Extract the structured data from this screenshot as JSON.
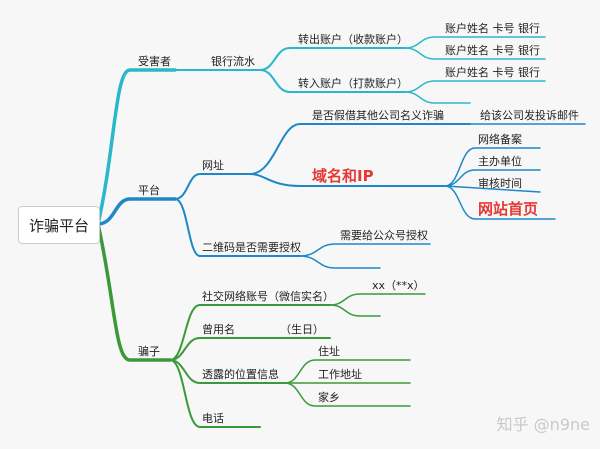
{
  "root": "诈骗平台",
  "colors": {
    "victim": "#2ab7ca",
    "platform": "#1e88c7",
    "scammer": "#3a9a3a",
    "highlight": "#e53935"
  },
  "victim": {
    "label": "受害者",
    "bank_flow": "银行流水",
    "transfer_out": "转出账户（收款账户）",
    "transfer_in": "转入账户（打款账户）",
    "account_info": "账户姓名  卡号  银行"
  },
  "platform": {
    "label": "平台",
    "website": "网址",
    "fake_company": "是否假借其他公司名义诈骗",
    "complain": "给该公司发投诉邮件",
    "domain_ip": "域名和IP",
    "icp": "网络备案",
    "sponsor": "主办单位",
    "audit_time": "审核时间",
    "home_page": "网站首页",
    "qrcode": "二维码是否需要授权",
    "official_account": "需要给公众号授权"
  },
  "scammer": {
    "label": "骗子",
    "social": "社交网络账号（微信实名）",
    "social_example": "xx（**x）",
    "used_name": "曾用名",
    "birthday": "（生日）",
    "location": "透露的位置信息",
    "home": "住址",
    "work": "工作地址",
    "hometown": "家乡",
    "phone": "电话"
  },
  "watermark": "知乎 @n9ne"
}
